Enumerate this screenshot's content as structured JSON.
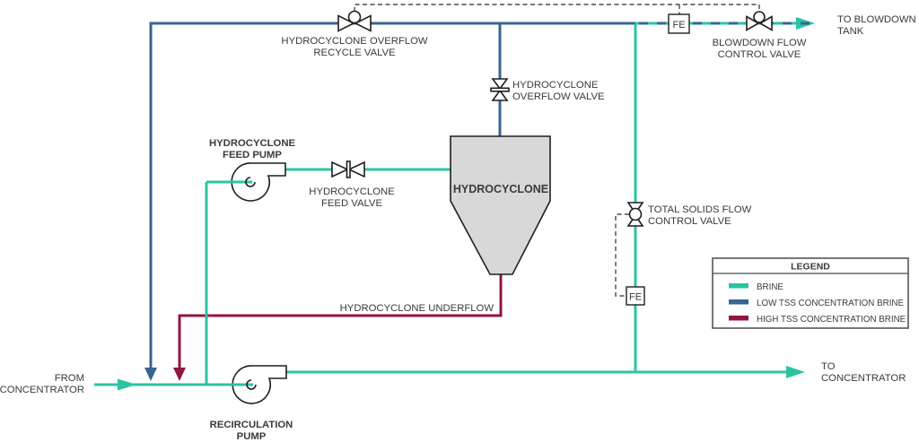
{
  "colors": {
    "brine": "#2BC4A2",
    "low_tss": "#386491",
    "high_tss": "#911640",
    "outline": "#1F1F1F",
    "signal": "#4A4A4A",
    "vessel_fill": "#D8D8D8",
    "text": "#3A3A3A"
  },
  "labels": {
    "recycle_valve": [
      "HYDROCYCLONE OVERFLOW",
      "RECYCLE VALVE"
    ],
    "blowdown_valve": [
      "BLOWDOWN FLOW",
      "CONTROL VALVE"
    ],
    "to_blowdown_tank": [
      "TO BLOWDOWN",
      "TANK"
    ],
    "overflow_valve": [
      "HYDROCYCLONE",
      "OVERFLOW VALVE"
    ],
    "feed_pump": [
      "HYDROCYCLONE",
      "FEED PUMP"
    ],
    "feed_valve": [
      "HYDROCYCLONE",
      "FEED VALVE"
    ],
    "hydrocyclone_vessel": "HYDROCYCLONE",
    "total_solids_valve": [
      "TOTAL SOLIDS FLOW",
      "CONTROL VALVE"
    ],
    "underflow_line": "HYDROCYCLONE UNDERFLOW",
    "from_concentrator": [
      "FROM",
      "CONCENTRATOR"
    ],
    "recirculation_pump": [
      "RECIRCULATION",
      "PUMP"
    ],
    "to_concentrator": [
      "TO",
      "CONCENTRATOR"
    ]
  },
  "instruments": {
    "flow_element_top": "FE",
    "flow_element_bottom": "FE"
  },
  "legend": {
    "title": "LEGEND",
    "items": [
      {
        "label": "BRINE",
        "color": "#2BC4A2"
      },
      {
        "label": "LOW TSS CONCENTRATION BRINE",
        "color": "#386491"
      },
      {
        "label": "HIGH TSS CONCENTRATION BRINE",
        "color": "#911640"
      }
    ]
  }
}
